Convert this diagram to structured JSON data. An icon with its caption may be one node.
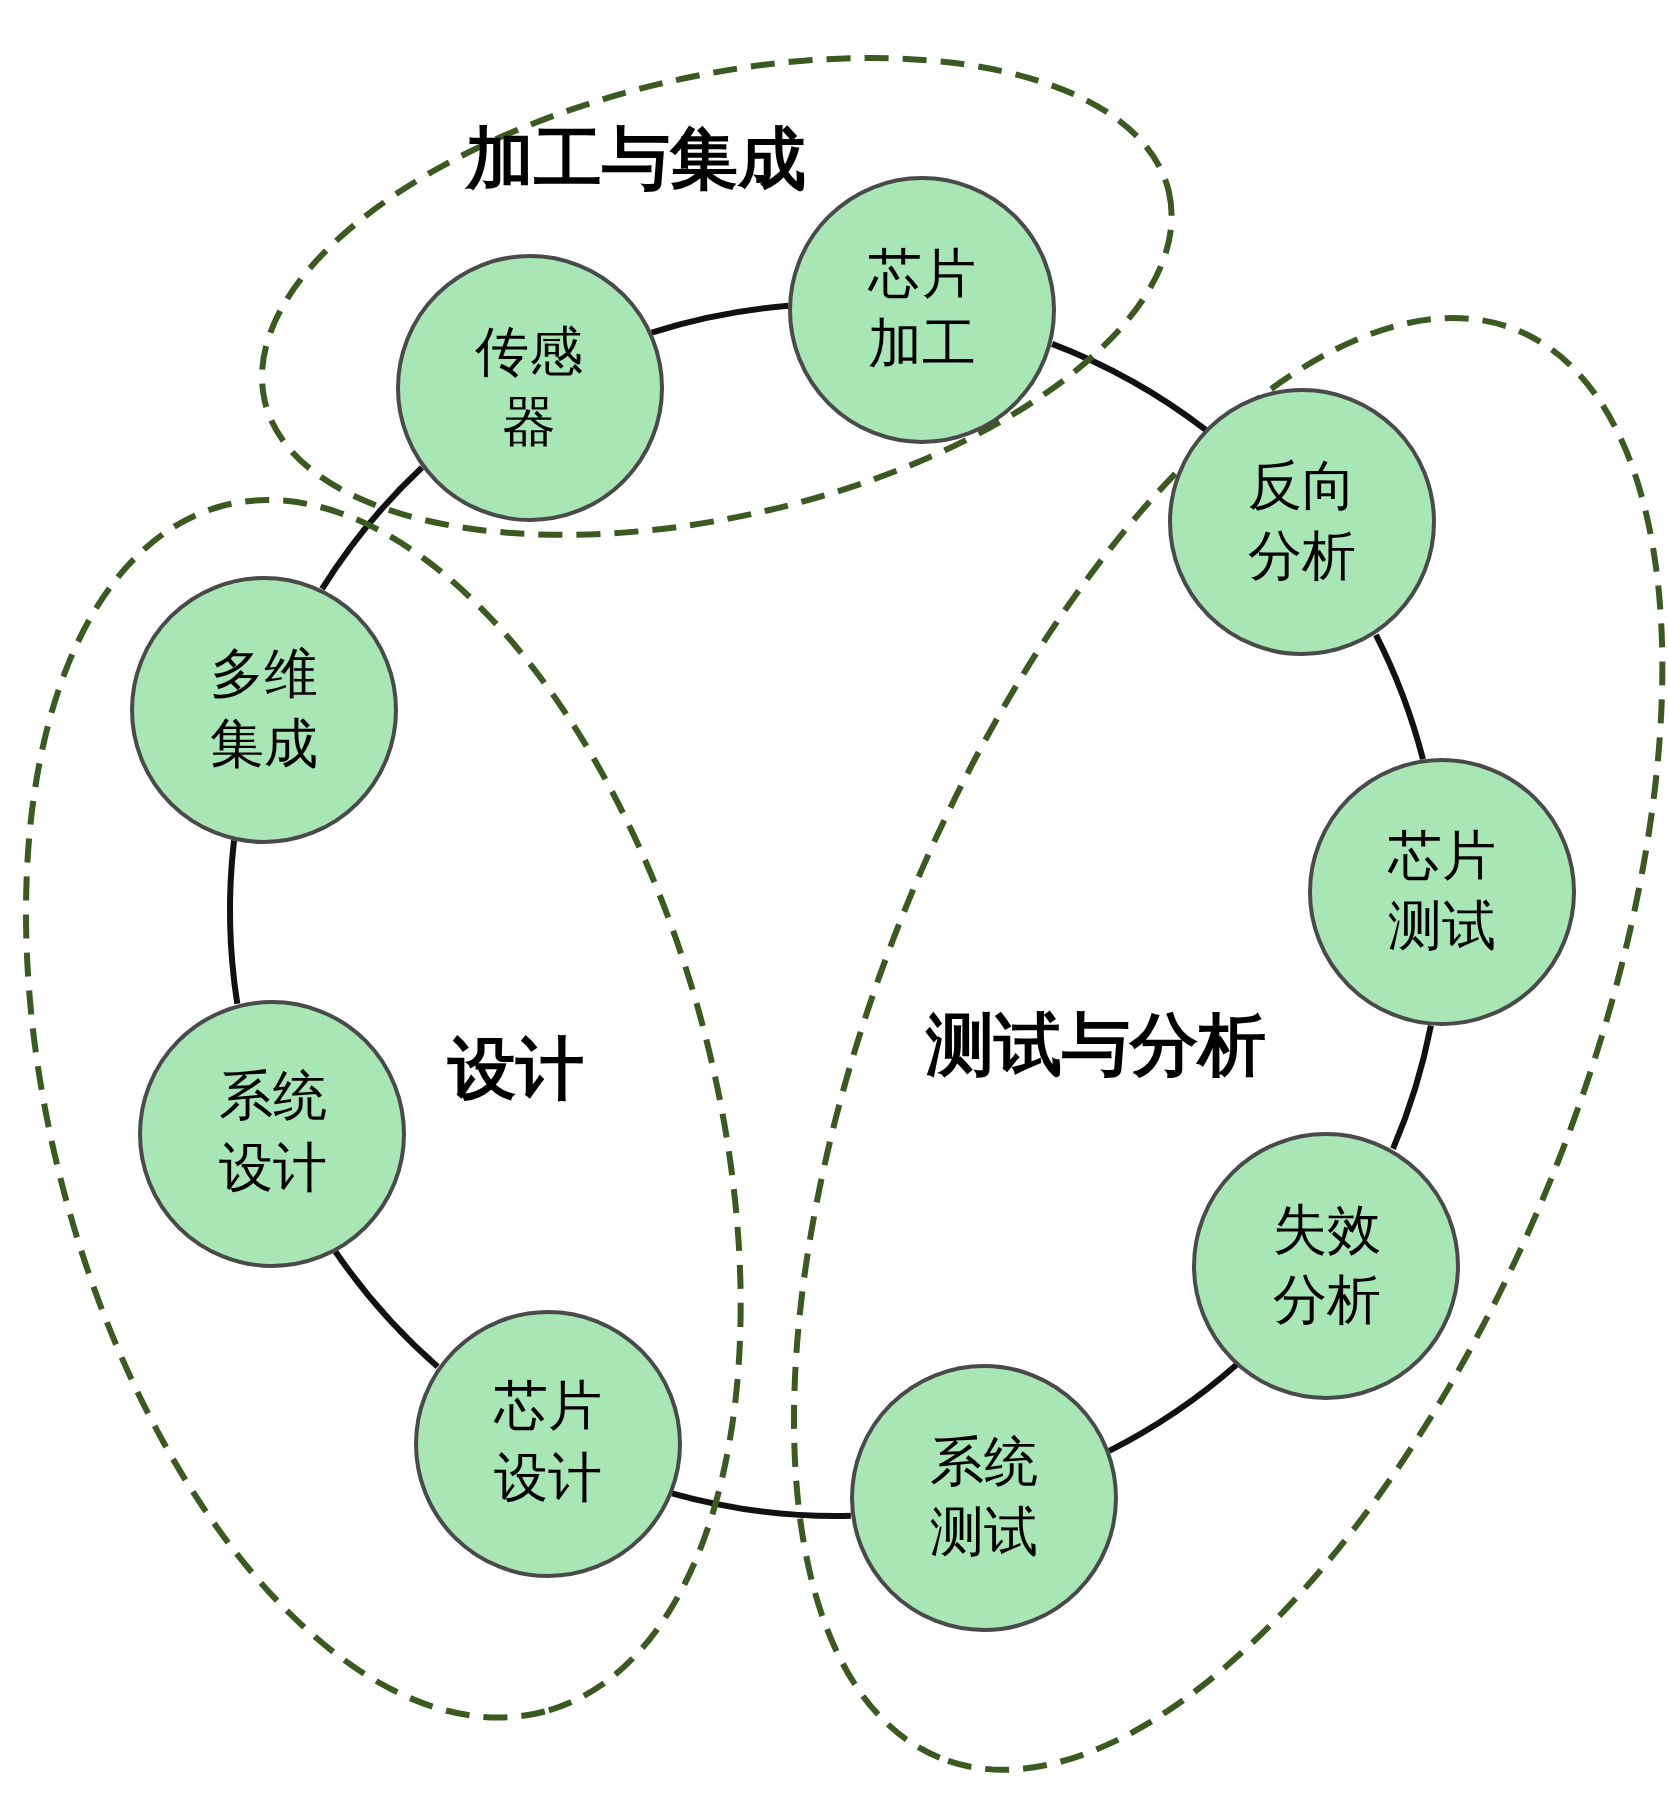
{
  "diagram": {
    "nodes": [
      {
        "text": [
          "加工与集成"
        ]
      },
      {
        "text": [
          "传感器"
        ],
        "in": 0
      },
      {
        "text": [
          "芯片加工"
        ],
        "in": 0
      },
      {
        "text": [
          "设计"
        ]
      },
      {
        "text": [
          "多维集成"
        ],
        "in": 3
      },
      {
        "text": [
          "系统设计"
        ],
        "in": 3
      },
      {
        "text": [
          "芯片设计"
        ],
        "in": 3
      },
      {
        "text": [
          "测试与分析"
        ]
      },
      {
        "text": [
          "反向分析"
        ],
        "in": 7
      },
      {
        "text": [
          "芯片测试"
        ],
        "in": 7
      },
      {
        "text": [
          "失效分析"
        ],
        "in": 7
      },
      {
        "text": [
          "系统测试"
        ],
        "in": 7
      }
    ],
    "edges": [
      {
        "from": 1,
        "to": 2,
        "arrow": "none"
      },
      {
        "from": 2,
        "to": 8,
        "arrow": "none"
      },
      {
        "from": 8,
        "to": 9,
        "arrow": "none"
      },
      {
        "from": 9,
        "to": 10,
        "arrow": "none"
      },
      {
        "from": 10,
        "to": 11,
        "arrow": "none"
      },
      {
        "from": 11,
        "to": 6,
        "arrow": "none"
      },
      {
        "from": 6,
        "to": 5,
        "arrow": "none"
      },
      {
        "from": 5,
        "to": 4,
        "arrow": "none"
      },
      {
        "from": 4,
        "to": 1,
        "arrow": "none"
      }
    ]
  }
}
